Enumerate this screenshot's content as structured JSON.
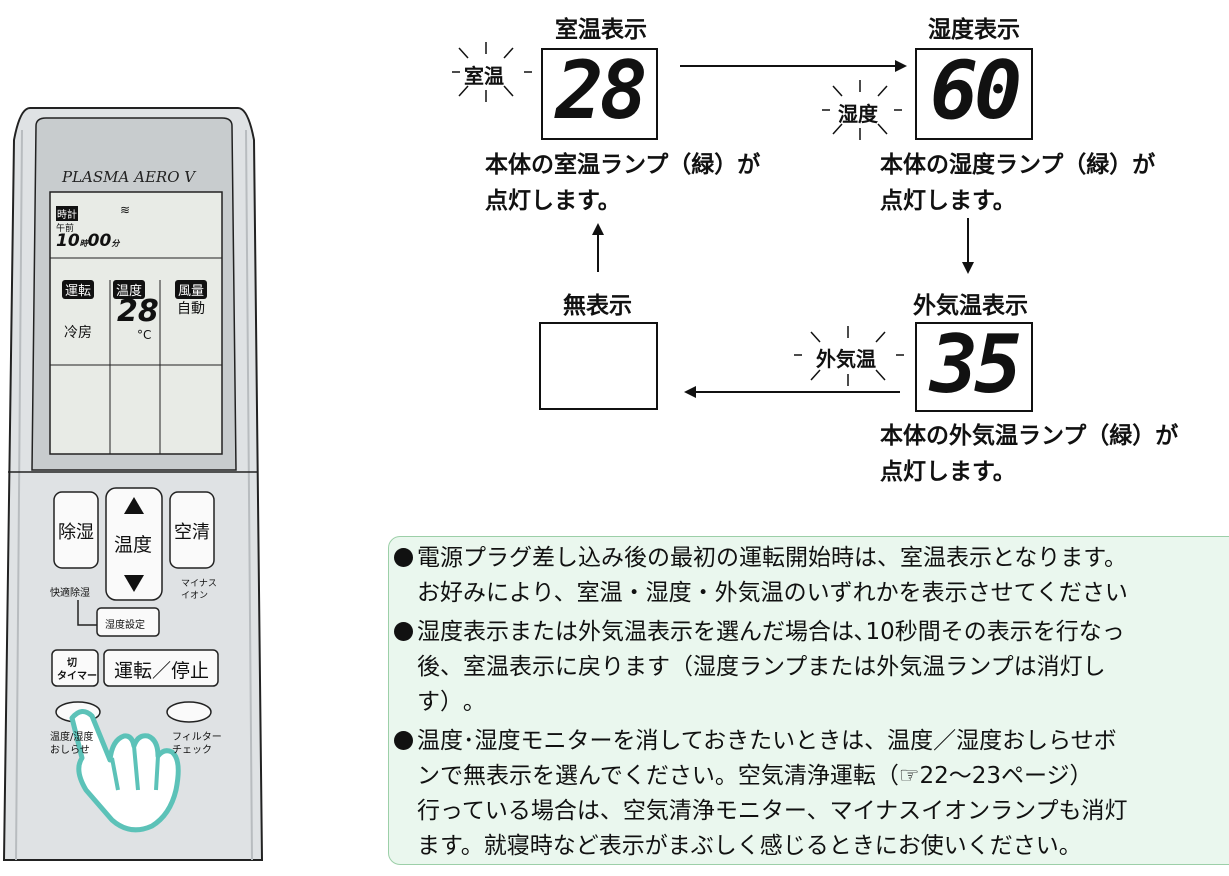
{
  "remote": {
    "brand": "PLASMA AERO V",
    "lcd": {
      "clock_label": "時計",
      "am_label": "午前",
      "time_hour": "10",
      "hour_unit": "時",
      "time_minute": "00",
      "minute_unit": "分",
      "mode_tag": "運転",
      "mode_value": "冷房",
      "temp_tag": "温度",
      "temp_value": "28",
      "temp_unit": "°C",
      "fan_tag": "風量",
      "fan_value": "自動"
    },
    "buttons": {
      "dehumidify": "除湿",
      "comfort_dehumidify": "快適除湿",
      "temperature": "温度",
      "humidity_setting": "湿度設定",
      "air_purify": "空清",
      "minus_ion_line1": "マイナス",
      "minus_ion_line2": "イオン",
      "timer_off": "切",
      "timer": "タイマー",
      "run_stop": "運転／停止",
      "monitor_line1": "温度/湿度",
      "monitor_line2": "おしらせ",
      "filter_line1": "フィルター",
      "filter_line2": "チェック"
    }
  },
  "diagram": {
    "room_temp": {
      "title": "室温表示",
      "flash_label": "室温",
      "value": "28",
      "caption_line1": "本体の室温ランプ（緑）が",
      "caption_line2": "点灯します。"
    },
    "humidity": {
      "title": "湿度表示",
      "flash_label": "湿度",
      "value": "60",
      "caption_line1": "本体の湿度ランプ（緑）が",
      "caption_line2": "点灯します。"
    },
    "outdoor_temp": {
      "title": "外気温表示",
      "flash_label": "外気温",
      "value": "35",
      "caption_line1": "本体の外気温ランプ（緑）が",
      "caption_line2": "点灯します。"
    },
    "no_display": {
      "title": "無表示"
    }
  },
  "notes": {
    "n1_l1": "電源プラグ差し込み後の最初の運転開始時は、室温表示となります。",
    "n1_l2": "お好みにより、室温・湿度・外気温のいずれかを表示させてください",
    "n2_l1": "湿度表示または外気温表示を選んだ場合は､10秒間その表示を行なっ",
    "n2_l2": "後、室温表示に戻ります（湿度ランプまたは外気温ランプは消灯し",
    "n2_l3": "す）｡",
    "n3_l1": "温度･湿度モニターを消しておきたいときは、温度／湿度おしらせボ",
    "n3_l2": "ンで無表示を選んでください。空気清浄運転（☞22～23ページ）",
    "n3_l3": "行っている場合は、空気清浄モニター、マイナスイオンランプも消灯",
    "n3_l4": "ます。就寝時など表示がまぶしく感じるときにお使いください。"
  }
}
